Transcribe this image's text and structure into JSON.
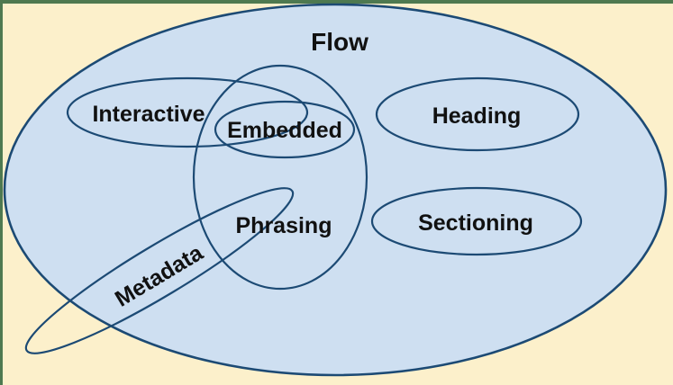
{
  "colors": {
    "background": "#FCF0CB",
    "flow_fill": "#CEDFF1",
    "outline_stroke": "#1C4A74",
    "frame_green": "#4E7950",
    "label_text": "#111111"
  },
  "diagram": {
    "type": "venn",
    "labels": {
      "flow": "Flow",
      "interactive": "Interactive",
      "embedded": "Embedded",
      "heading": "Heading",
      "phrasing": "Phrasing",
      "sectioning": "Sectioning",
      "metadata": "Metadata"
    },
    "sets": [
      {
        "name": "Flow",
        "role": "outer set",
        "contains": [
          "Interactive",
          "Embedded",
          "Heading",
          "Phrasing",
          "Sectioning"
        ]
      },
      {
        "name": "Phrasing",
        "contains": [
          "Embedded"
        ]
      },
      {
        "name": "Interactive",
        "overlaps": [
          "Phrasing",
          "Embedded"
        ]
      },
      {
        "name": "Heading",
        "overlaps": []
      },
      {
        "name": "Sectioning",
        "overlaps": []
      },
      {
        "name": "Metadata",
        "overlaps": [
          "Flow",
          "Phrasing"
        ],
        "note": "extends outside Flow at bottom-left"
      }
    ]
  }
}
